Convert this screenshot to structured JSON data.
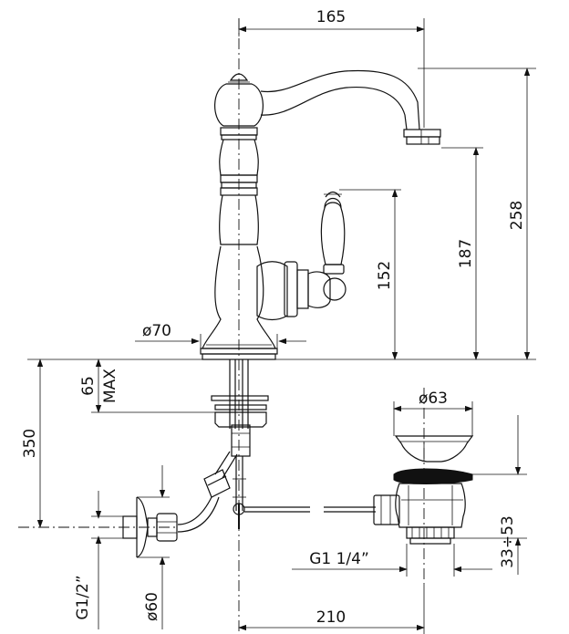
{
  "dimensions": {
    "spout_reach": "165",
    "total_height": "258",
    "spout_height": "187",
    "lever_height": "152",
    "base_diameter": "ø70",
    "deck_thickness": "65",
    "deck_thickness_note": "MAX",
    "flexible_length": "350",
    "waste_diameter": "ø63",
    "waste_thread": "G1 1/4”",
    "waste_adjust": "33÷53",
    "inlet_thread": "G1/2”",
    "rosette_diameter": "ø60",
    "inlet_distance": "210"
  }
}
